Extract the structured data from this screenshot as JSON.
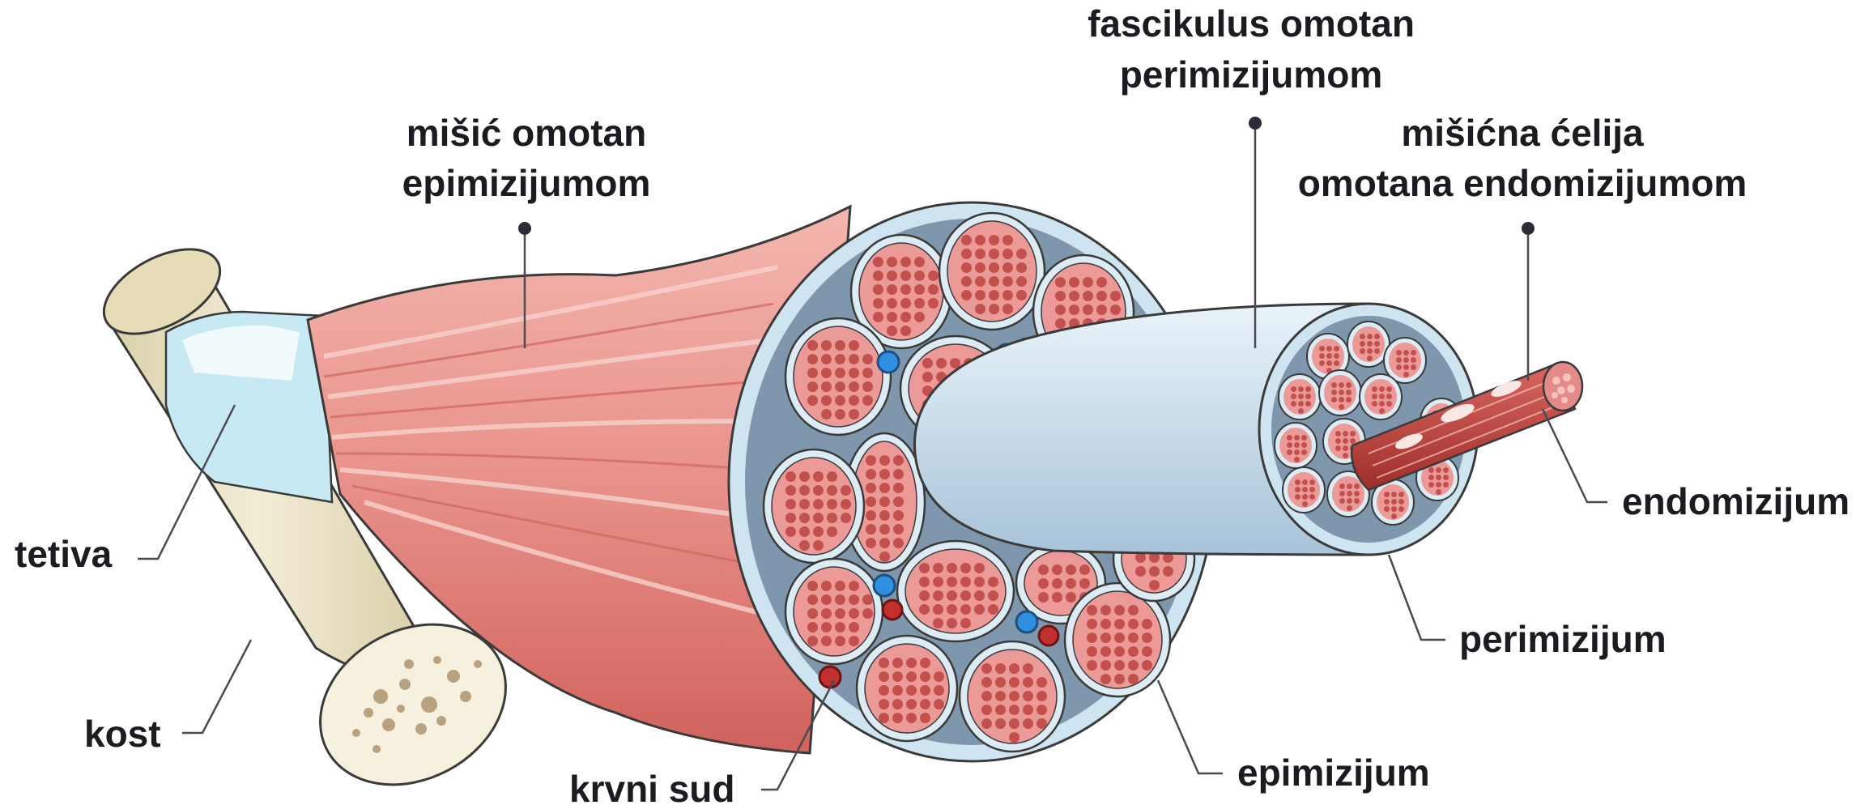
{
  "labels": {
    "muscle": [
      "mišić omotan",
      "epimizijumom"
    ],
    "fascicle": [
      "fascikulus omotan",
      "perimizijumom"
    ],
    "muscle_cell": [
      "mišićna ćelija",
      "omotana endomizijumom"
    ],
    "tendon": "tetiva",
    "bone": "kost",
    "blood_vessel": "krvni sud",
    "epimysium": "epimizijum",
    "perimysium": "perimizijum",
    "endomysium": "endomizijum"
  },
  "colors": {
    "bone": "#e8dfbf",
    "bone_marrow": "#b8a27f",
    "tendon": "#bfe6f2",
    "muscle": "#e58a83",
    "muscle_dark": "#c95a55",
    "epimysium": "#bcd8ea",
    "fascicle_interior": "#e7888a",
    "fibril": "#c2504f",
    "vein": "#2f8fe0",
    "artery": "#c0302c",
    "label": "#1b1b22"
  }
}
